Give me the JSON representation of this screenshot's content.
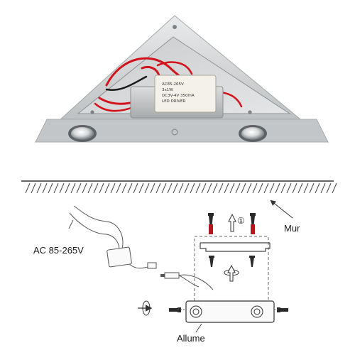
{
  "labels": {
    "power": "AC 85-265V",
    "wall": "Mur",
    "fixture": "Allume",
    "step_one": "①"
  },
  "photo": {
    "driver_label_lines": [
      "AC85-265V",
      "3x1W",
      "DC3V-4V 350mA",
      "LED DRIVER"
    ]
  },
  "colors": {
    "aluminium": "#cfd1d3",
    "aluminium_dark": "#9fa3a6",
    "wire_red": "#d3131b",
    "wire_black": "#1b1b1b",
    "screw_black": "#2a2a2a",
    "screw_red": "#b3161c",
    "line": "#555555"
  }
}
